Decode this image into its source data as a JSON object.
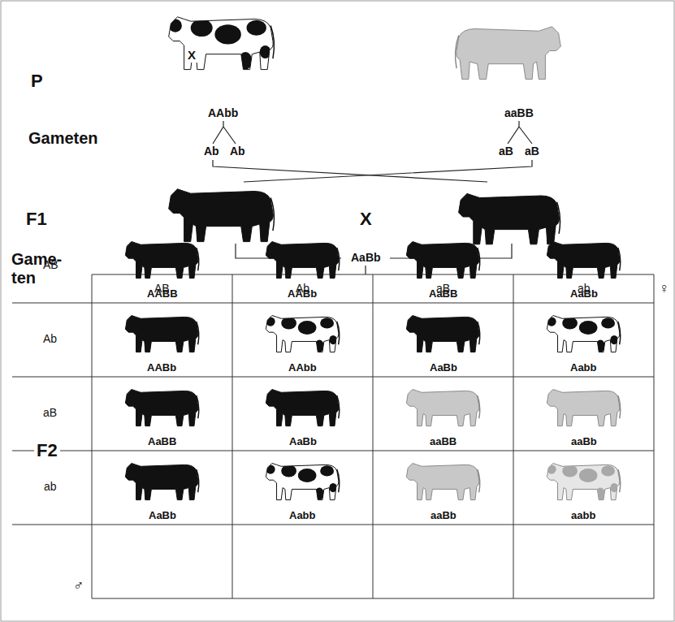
{
  "diagram": {
    "labels": [
      "P",
      "X",
      "AAbb",
      "aaBB",
      "Gameten",
      "Ab",
      "Ab",
      "aB",
      "aB",
      "F1",
      "X",
      "AaBb",
      "Game- ten",
      "AB",
      "Ab",
      "aB",
      "ab",
      "♀",
      "AB",
      "AABB",
      "AABb",
      "AaBB",
      "AaBb",
      "Ab",
      "AABb",
      "AAbb",
      "AaBb",
      "Aabb",
      "F2",
      "aB",
      "AaBB",
      "AaBb",
      "aaBB",
      "aaBb",
      "ab",
      "AaBb",
      "Aabb",
      "aaBb",
      "aabb",
      "♂"
    ]
  }
}
